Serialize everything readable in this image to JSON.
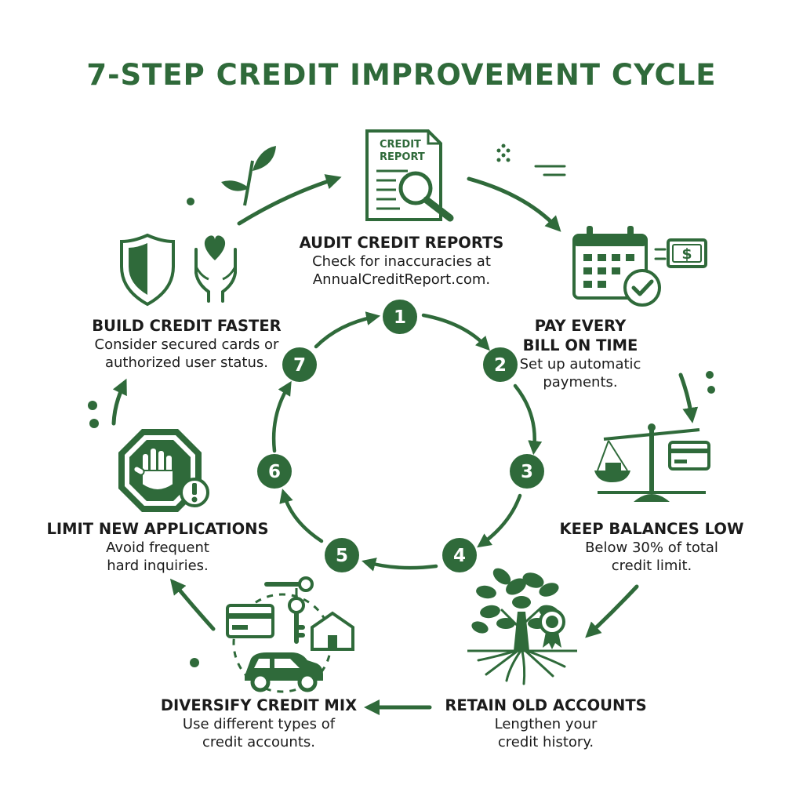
{
  "title": "7-STEP CREDIT IMPROVEMENT CYCLE",
  "steps": [
    {
      "number": "1",
      "heading": "AUDIT CREDIT REPORTS",
      "description": "Check for inaccuracies at AnnualCreditReport.com.",
      "icon": "credit-report-magnifier-icon"
    },
    {
      "number": "2",
      "heading": "PAY EVERY BILL ON TIME",
      "description": "Set up automatic payments.",
      "icon": "calendar-check-money-icon"
    },
    {
      "number": "3",
      "heading": "KEEP BALANCES LOW",
      "description": "Below 30% of total credit limit.",
      "icon": "balance-scale-card-icon"
    },
    {
      "number": "4",
      "heading": "RETAIN OLD ACCOUNTS",
      "description": "Lengthen your credit history.",
      "icon": "tree-roots-ribbon-icon"
    },
    {
      "number": "5",
      "heading": "DIVERSIFY CREDIT MIX",
      "description": "Use different types of credit accounts.",
      "icon": "card-keys-house-car-icon"
    },
    {
      "number": "6",
      "heading": "LIMIT NEW APPLICATIONS",
      "description": "Avoid frequent hard inquiries.",
      "icon": "stop-hand-warning-icon"
    },
    {
      "number": "7",
      "heading": "BUILD CREDIT FASTER",
      "description": "Consider secured cards or authorized user status.",
      "icon": "shield-heart-hands-icon"
    }
  ],
  "icon_labels": {
    "report_line1": "CREDIT",
    "report_line2": "REPORT",
    "money_symbol": "$"
  },
  "colors": {
    "primary": "#2f6a3a",
    "dark": "#1b1b1b",
    "background": "#ffffff"
  }
}
